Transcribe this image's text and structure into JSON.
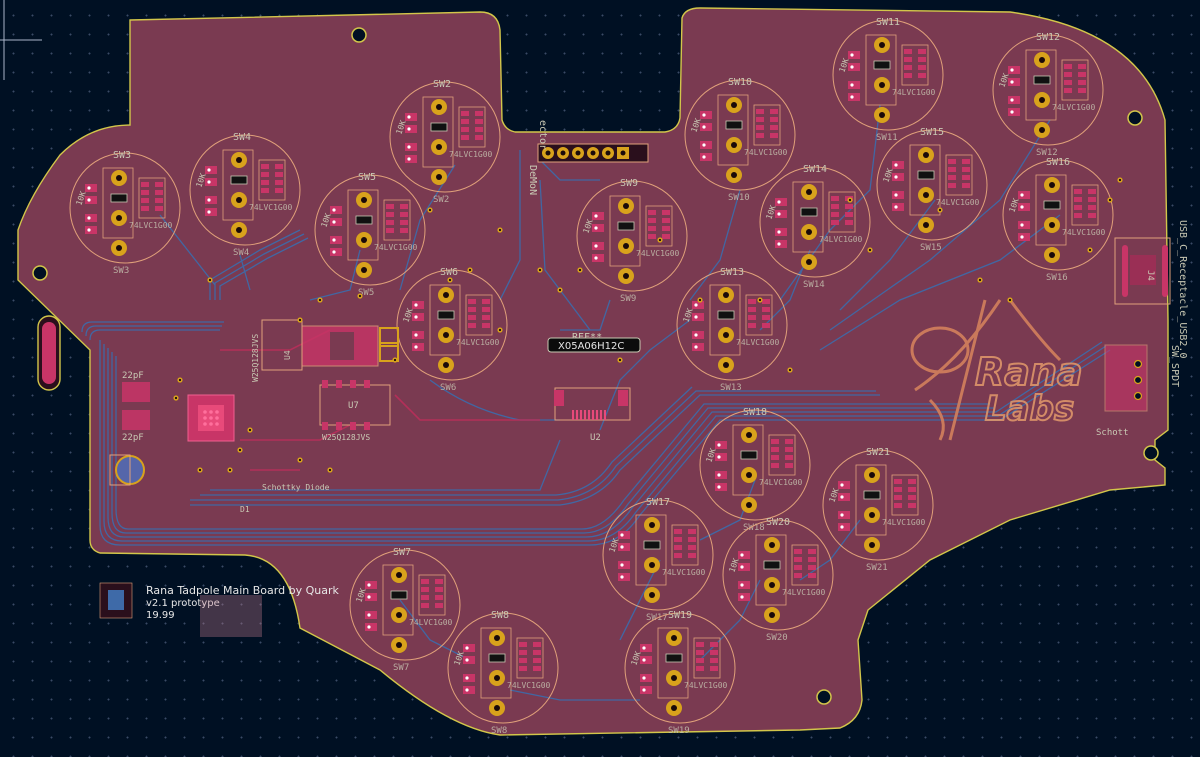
{
  "board": {
    "title": "Rana Tadpole Main Board by Quark",
    "version": "v2.1 prototype",
    "date": "19.99",
    "logo_text_1": "Rana",
    "logo_text_2": "Labs"
  },
  "connector": {
    "label": "ector",
    "side_label": "DeMoN",
    "pins": 6
  },
  "usb": {
    "label": "USB_C_Receptacle_USB2.0",
    "ref": "J4"
  },
  "switch_spdt": {
    "label": "SW_SPDT"
  },
  "schottky_right": {
    "label": "Schott"
  },
  "chip_ref": {
    "top": "REF**",
    "text": "X05A06H12C"
  },
  "chip_u2": "U2",
  "chip_u7": {
    "ref": "U7",
    "label": "W25Q128JVS"
  },
  "chip_u4": {
    "ref": "U4",
    "label": "W25Q128JVS"
  },
  "caps": [
    "22pF",
    "22pF"
  ],
  "diode": {
    "label": "Schottky Diode",
    "ref": "D1"
  },
  "switches": [
    {
      "id": "SW2",
      "bottom": "SW2",
      "resistor": "10K",
      "chip": "74LVC1G00"
    },
    {
      "id": "SW3",
      "bottom": "SW3",
      "resistor": "10K",
      "chip": "74LVC1G00"
    },
    {
      "id": "SW4",
      "bottom": "SW4",
      "resistor": "10K",
      "chip": "74LVC1G00"
    },
    {
      "id": "SW5",
      "bottom": "SW5",
      "resistor": "10K",
      "chip": "74LVC1G00"
    },
    {
      "id": "SW6",
      "bottom": "SW6",
      "resistor": "10K",
      "chip": "74LVC1G00"
    },
    {
      "id": "SW7",
      "bottom": "SW7",
      "resistor": "10K",
      "chip": "74LVC1G00"
    },
    {
      "id": "SW8",
      "bottom": "SW8",
      "resistor": "10K",
      "chip": "74LVC1G00"
    },
    {
      "id": "SW9",
      "bottom": "SW9",
      "resistor": "10K",
      "chip": "74LVC1G00"
    },
    {
      "id": "SW10",
      "bottom": "SW10",
      "resistor": "10K",
      "chip": "74LVC1G00"
    },
    {
      "id": "SW11",
      "bottom": "SW11",
      "resistor": "10K",
      "chip": "74LVC1G00"
    },
    {
      "id": "SW12",
      "bottom": "SW12",
      "resistor": "10K",
      "chip": "74LVC1G00"
    },
    {
      "id": "SW13",
      "bottom": "SW13",
      "resistor": "10K",
      "chip": "74LVC1G00"
    },
    {
      "id": "SW14",
      "bottom": "SW14",
      "resistor": "10K",
      "chip": "74LVC1G00"
    },
    {
      "id": "SW15",
      "bottom": "SW15",
      "resistor": "10K",
      "chip": "74LVC1G00"
    },
    {
      "id": "SW16",
      "bottom": "SW16",
      "resistor": "10K",
      "chip": "74LVC1G00"
    },
    {
      "id": "SW17",
      "bottom": "SW17",
      "resistor": "10K",
      "chip": "74LVC1G00"
    },
    {
      "id": "SW18",
      "bottom": "SW18",
      "resistor": "10K",
      "chip": "74LVC1G00"
    },
    {
      "id": "SW19",
      "bottom": "SW19",
      "resistor": "10K",
      "chip": "74LVC1G00"
    },
    {
      "id": "SW20",
      "bottom": "SW20",
      "resistor": "10K",
      "chip": "74LVC1G00"
    },
    {
      "id": "SW21",
      "bottom": "SW21",
      "resistor": "10K",
      "chip": "74LVC1G00"
    }
  ],
  "colors": {
    "background": "#001023",
    "board_fill": "#7a3a51",
    "board_edge": "#d2c64a",
    "copper_front": "#c83567",
    "trace_back": "#3e6aa8",
    "pad_gold": "#d8a21c",
    "silkscreen": "#c9c9b4",
    "courtyard": "#e0a07a"
  }
}
